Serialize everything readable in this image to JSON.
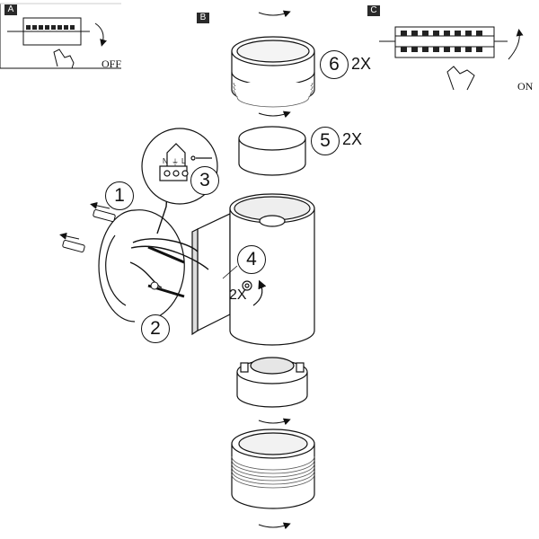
{
  "panels": {
    "a": "A",
    "b": "B",
    "c": "C"
  },
  "switch_labels": {
    "off": "OFF",
    "on": "ON"
  },
  "steps": [
    {
      "number": "1",
      "quantity": ""
    },
    {
      "number": "2",
      "quantity": ""
    },
    {
      "number": "3",
      "quantity": ""
    },
    {
      "number": "4",
      "quantity": "2X"
    },
    {
      "number": "5",
      "quantity": "2X"
    },
    {
      "number": "6",
      "quantity": "2X"
    }
  ],
  "terminal_labels": {
    "neutral": "N",
    "ground": "⏚",
    "live": "L"
  },
  "icons": [
    "circuit-breaker-icon",
    "hand-pointer-icon",
    "rotate-arrow-icon",
    "screwdriver-icon",
    "wall-plug-icon",
    "screw-icon"
  ]
}
